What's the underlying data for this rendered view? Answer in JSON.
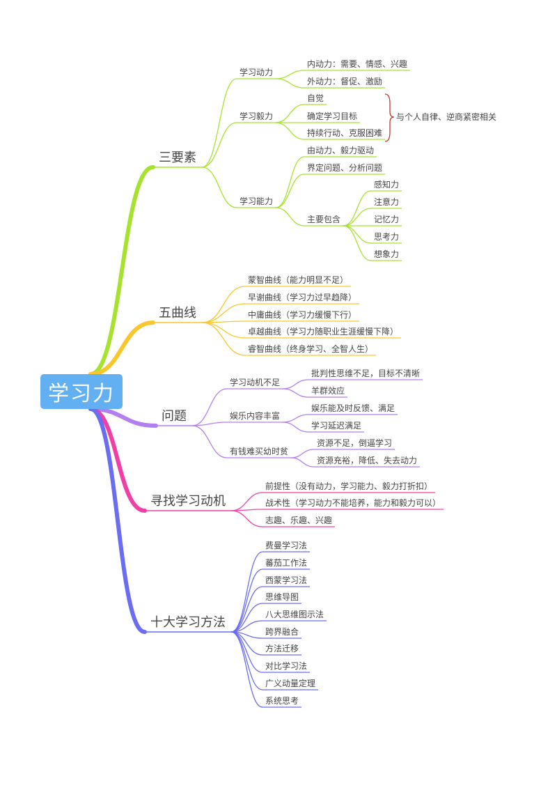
{
  "root": "学习力",
  "colors": {
    "root": "#62b0f2",
    "b0": "#a6e22e",
    "b1": "#f9c62c",
    "b2": "#b27ef0",
    "b3": "#f23fa6",
    "b4": "#6a6cf2",
    "brace": "#c0392b"
  },
  "branches": [
    {
      "label": "三要素",
      "children": [
        {
          "label": "学习动力",
          "children": [
            {
              "label": "内动力：需要、情感、兴趣"
            },
            {
              "label": "外动力：督促、激励"
            }
          ]
        },
        {
          "label": "学习毅力",
          "children": [
            {
              "label": "自觉"
            },
            {
              "label": "确定学习目标"
            },
            {
              "label": "持续行动、克服困难"
            }
          ]
        },
        {
          "label": "学习能力",
          "children": [
            {
              "label": "由动力、毅力驱动"
            },
            {
              "label": "界定问题、分析问题"
            },
            {
              "label": "主要包含",
              "children": [
                {
                  "label": "感知力"
                },
                {
                  "label": "注意力"
                },
                {
                  "label": "记忆力"
                },
                {
                  "label": "思考力"
                },
                {
                  "label": "想象力"
                }
              ]
            }
          ]
        }
      ]
    },
    {
      "label": "五曲线",
      "children": [
        {
          "label": "蒙智曲线（能力明显不足）"
        },
        {
          "label": "早谢曲线（学习力过早趋降）"
        },
        {
          "label": "中庸曲线（学习力缓慢下行）"
        },
        {
          "label": "卓越曲线（学习力随职业生涯缓慢下降）"
        },
        {
          "label": "睿智曲线（终身学习、全智人生）"
        }
      ]
    },
    {
      "label": "问题",
      "children": [
        {
          "label": "学习动机不足",
          "children": [
            {
              "label": "批判性思维不足，目标不清晰"
            },
            {
              "label": "羊群效应"
            }
          ]
        },
        {
          "label": "娱乐内容丰富",
          "children": [
            {
              "label": "娱乐能及时反馈、满足"
            },
            {
              "label": "学习延迟满足"
            }
          ]
        },
        {
          "label": "有钱难买幼时贫",
          "children": [
            {
              "label": "资源不足，倒逼学习"
            },
            {
              "label": "资源充裕，降低、失去动力"
            }
          ]
        }
      ]
    },
    {
      "label": "寻找学习动机",
      "children": [
        {
          "label": "前提性（没有动力，学习能力、毅力打折扣）"
        },
        {
          "label": "战术性（学习动力不能培养，能力和毅力可以）"
        },
        {
          "label": "志趣、乐趣、兴趣"
        }
      ]
    },
    {
      "label": "十大学习方法",
      "children": [
        {
          "label": "费曼学习法"
        },
        {
          "label": "蕃茄工作法"
        },
        {
          "label": "西蒙学习法"
        },
        {
          "label": "思维导图"
        },
        {
          "label": "八大思维图示法"
        },
        {
          "label": "跨界融合"
        },
        {
          "label": "方法迁移"
        },
        {
          "label": "对比学习法"
        },
        {
          "label": "广义动量定理"
        },
        {
          "label": "系统思考"
        }
      ]
    }
  ],
  "brace_note": "与个人自律、逆商紧密相关"
}
